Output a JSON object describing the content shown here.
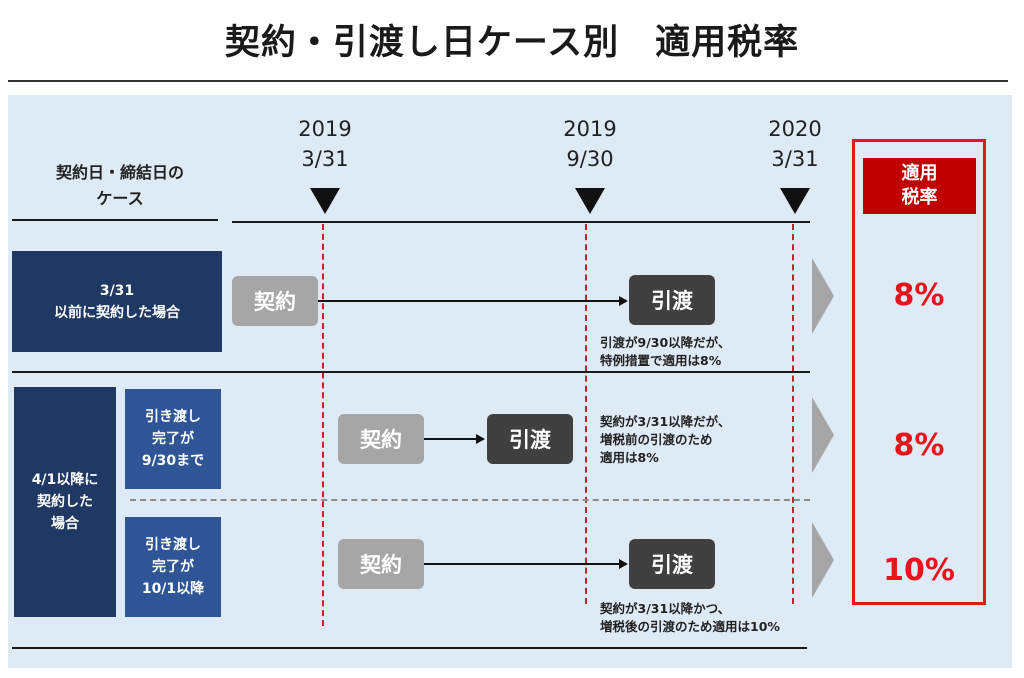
{
  "title": "契約・引渡し日ケース別　適用税率",
  "header": {
    "case_label_line1": "契約日・締結日の",
    "case_label_line2": "ケース",
    "dates": [
      {
        "year": "2019",
        "day": "3/31"
      },
      {
        "year": "2019",
        "day": "9/30"
      },
      {
        "year": "2020",
        "day": "3/31"
      }
    ],
    "rate_header_line1": "適用",
    "rate_header_line2": "税率"
  },
  "case1": {
    "label_line1": "3/31",
    "label_line2": "以前に契約した場合",
    "contract": "契約",
    "delivery": "引渡",
    "note_line1": "引渡が9/30以降だが、",
    "note_line2": "特例措置で適用は8%",
    "rate": "8%"
  },
  "case2": {
    "group_line1": "4/1以降に",
    "group_line2": "契約した",
    "group_line3": "場合",
    "a": {
      "label_line1": "引き渡し",
      "label_line2": "完了が",
      "label_line3": "9/30まで",
      "contract": "契約",
      "delivery": "引渡",
      "note_line1": "契約が3/31以降だが、",
      "note_line2": "増税前の引渡のため",
      "note_line3": "適用は8%",
      "rate": "8%"
    },
    "b": {
      "label_line1": "引き渡し",
      "label_line2": "完了が",
      "label_line3": "10/1以降",
      "contract": "契約",
      "delivery": "引渡",
      "note_line1": "契約が3/31以降かつ、",
      "note_line2": "増税後の引渡のため適用は10%",
      "rate": "10%"
    }
  },
  "colors": {
    "accent_red": "#e8141c",
    "rate_header_bg": "#c00000",
    "navy": "#1f3864",
    "blue": "#2f5597",
    "panel_bg": "#deeaf5"
  }
}
